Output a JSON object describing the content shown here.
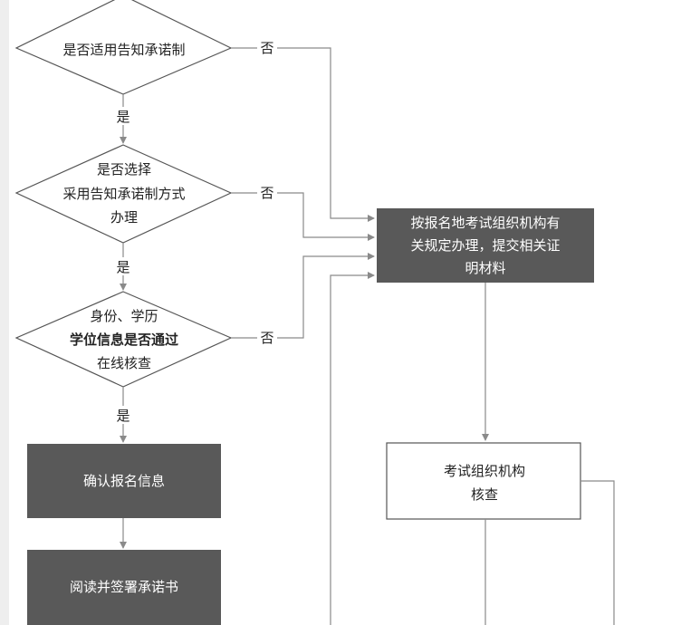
{
  "decisions": [
    {
      "lines": [
        "是否适用告知承诺制"
      ]
    },
    {
      "lines": [
        "是否选择",
        "采用告知承诺制方式",
        "办理"
      ]
    },
    {
      "lines": [
        "身份、学历",
        "学位信息是否通过",
        "在线核查"
      ]
    }
  ],
  "labels": {
    "yes": "是",
    "no": "否"
  },
  "boxes": {
    "submit": {
      "lines": [
        "按报名地考试组织机构有",
        "关规定办理，提交相关证",
        "明材料"
      ]
    },
    "review": {
      "lines": [
        "考试组织机构",
        "核查"
      ]
    },
    "confirm": {
      "lines": [
        "确认报名信息"
      ]
    },
    "sign": {
      "lines": [
        "阅读并签署承诺书"
      ]
    }
  },
  "colors": {
    "dark_box": "#595959",
    "connector": "#8a8a8a",
    "outline": "#555555"
  }
}
